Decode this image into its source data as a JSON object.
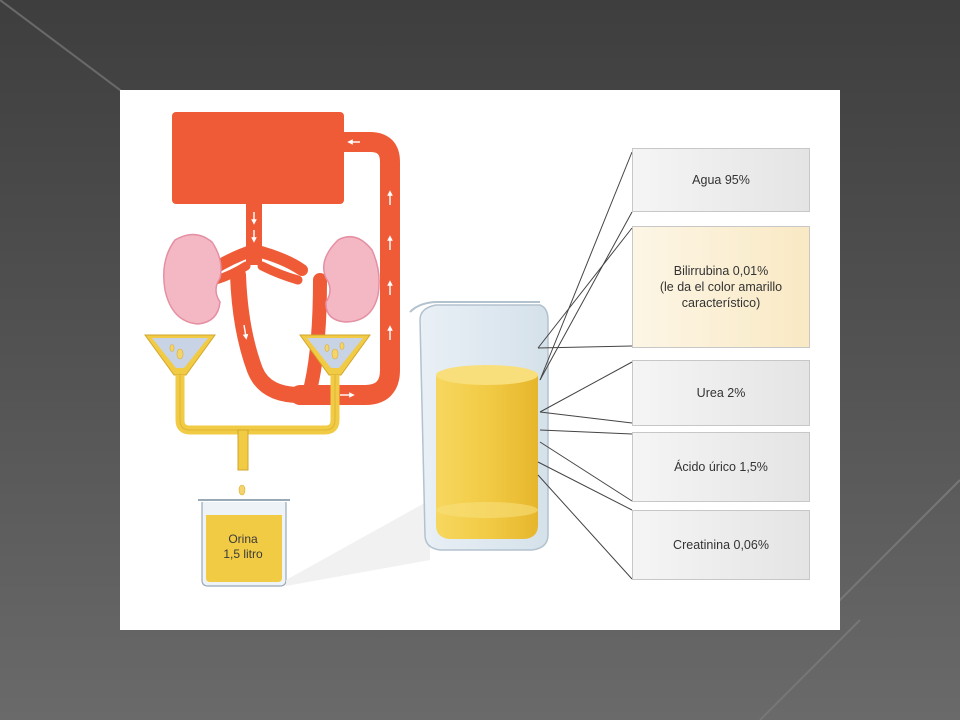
{
  "components": [
    {
      "id": "agua",
      "label": "Agua 95%",
      "highlight": false
    },
    {
      "id": "bilirrubina",
      "label": "Bilirrubina 0,01%\n(le da el color amarillo\ncaracterístico)",
      "highlight": true
    },
    {
      "id": "urea",
      "label": "Urea 2%",
      "highlight": false
    },
    {
      "id": "acido-urico",
      "label": "Ácido úrico 1,5%",
      "highlight": false
    },
    {
      "id": "creatinina",
      "label": "Creatinina 0,06%",
      "highlight": false
    }
  ],
  "small_beaker": {
    "line1": "Orina",
    "line2": "1,5 litro"
  },
  "colors": {
    "blood": "#ef5b36",
    "kidney": "#f4b8c4",
    "urine": "#f2cb45",
    "glass": "#dfe9f1",
    "slide_bg": "#4a4a4a"
  }
}
